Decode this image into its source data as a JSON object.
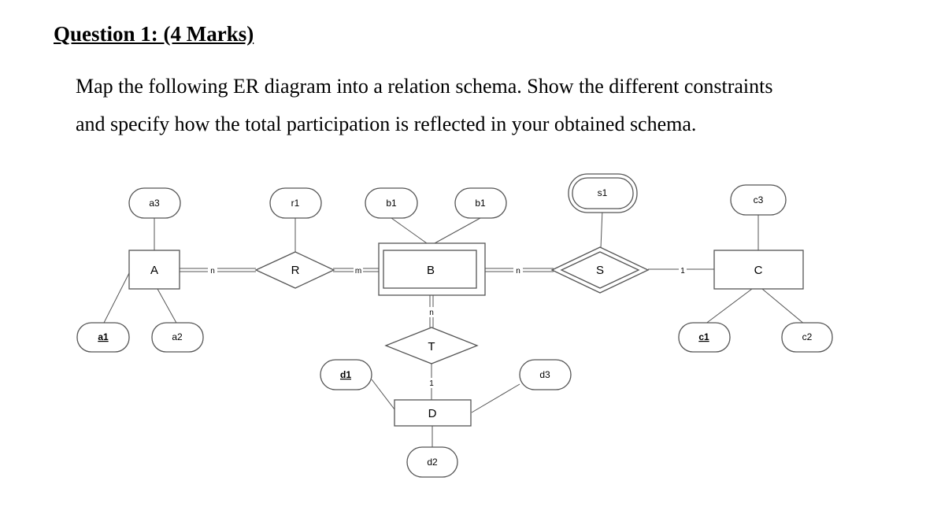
{
  "question": {
    "title": "Question 1: (4 Marks)",
    "line1": "Map the following ER diagram into a relation schema. Show the different constraints",
    "line2": "and specify how the total participation is reflected in your obtained schema."
  },
  "diagram": {
    "entities": {
      "A": "A",
      "B": "B",
      "C": "C",
      "D": "D"
    },
    "relationships": {
      "R": "R",
      "S": "S",
      "T": "T"
    },
    "attributes": {
      "a1": "a1",
      "a2": "a2",
      "a3": "a3",
      "r1": "r1",
      "b1_left": "b1",
      "b1_right": "b1",
      "s1": "s1",
      "c1": "c1",
      "c2": "c2",
      "c3": "c3",
      "d1": "d1",
      "d2": "d2",
      "d3": "d3"
    },
    "cardinalities": {
      "A_R": "n",
      "R_B": "m",
      "B_S": "n",
      "S_C": "1",
      "B_T": "n",
      "T_D": "1"
    }
  }
}
